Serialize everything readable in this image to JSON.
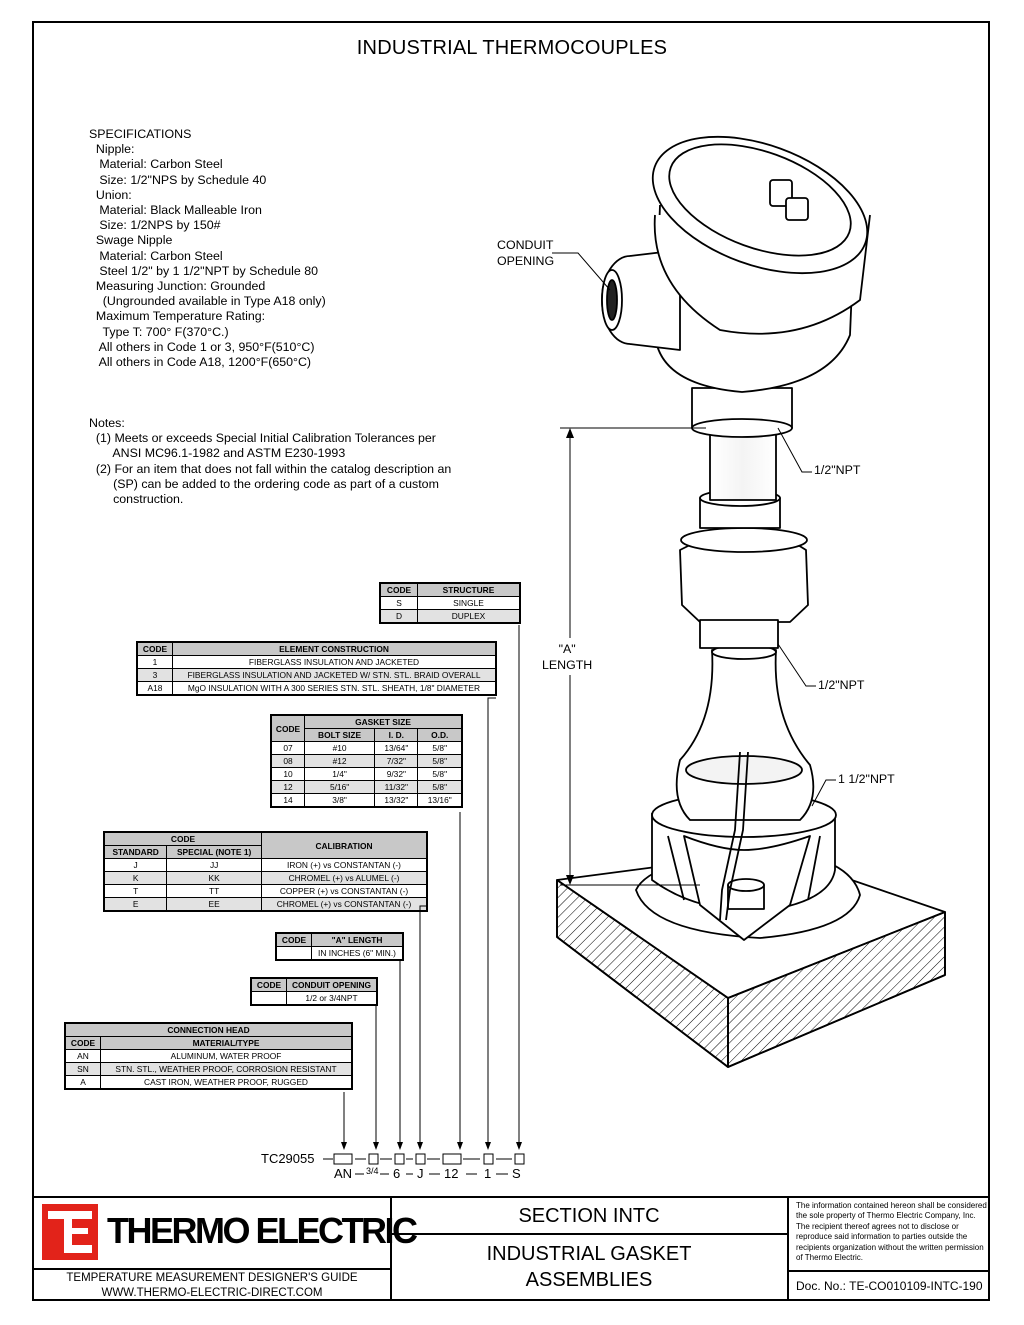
{
  "title": "INDUSTRIAL THERMOCOUPLES",
  "specifications": [
    "SPECIFICATIONS",
    "  Nipple:",
    "   Material: Carbon Steel",
    "   Size: 1/2\"NPS by Schedule 40",
    "  Union:",
    "   Material: Black Malleable Iron",
    "   Size: 1/2NPS by 150#",
    "  Swage Nipple",
    "   Material: Carbon Steel",
    "   Steel 1/2\" by 1 1/2\"NPT by Schedule 80",
    "  Measuring Junction: Grounded",
    "    (Ungrounded available in Type A18 only)",
    "  Maximum Temperature Rating:",
    "    Type T: 700° F(370°C.)",
    "   All others in Code 1 or 3, 950°F(510°C)",
    "   All others in Code A18, 1200°F(650°C)"
  ],
  "notes": [
    "Notes:",
    "  (1) Meets or exceeds Special Initial Calibration Tolerances per",
    "       ANSI MC96.1-1982 and ASTM E230-1993",
    "  (2) For an item that does not fall within the catalog description an",
    "       (SP) can be added to the ordering code as part of a custom",
    "       construction."
  ],
  "structure_table": {
    "headers": [
      "CODE",
      "STRUCTURE"
    ],
    "rows": [
      [
        "S",
        "SINGLE"
      ],
      [
        "D",
        "DUPLEX"
      ]
    ]
  },
  "element_table": {
    "headers": [
      "CODE",
      "ELEMENT CONSTRUCTION"
    ],
    "rows": [
      [
        "1",
        "FIBERGLASS INSULATION AND JACKETED"
      ],
      [
        "3",
        "FIBERGLASS INSULATION AND JACKETED W/ STN. STL. BRAID OVERALL"
      ],
      [
        "A18",
        "MgO INSULATION WITH A 300 SERIES STN. STL. SHEATH, 1/8\" DIAMETER"
      ]
    ]
  },
  "gasket_table": {
    "code": "CODE",
    "group": "GASKET SIZE",
    "headers": [
      "BOLT SIZE",
      "I. D.",
      "O.D."
    ],
    "rows": [
      [
        "07",
        "#10",
        "13/64\"",
        "5/8\""
      ],
      [
        "08",
        "#12",
        "7/32\"",
        "5/8\""
      ],
      [
        "10",
        "1/4\"",
        "9/32\"",
        "5/8\""
      ],
      [
        "12",
        "5/16\"",
        "11/32\"",
        "5/8\""
      ],
      [
        "14",
        "3/8\"",
        "13/32\"",
        "13/16\""
      ]
    ]
  },
  "calibration_table": {
    "code": "CODE",
    "headers": [
      "STANDARD",
      "SPECIAL (NOTE 1)"
    ],
    "calibration": "CALIBRATION",
    "rows": [
      [
        "J",
        "JJ",
        "IRON (+) vs CONSTANTAN (-)"
      ],
      [
        "K",
        "KK",
        "CHROMEL (+) vs ALUMEL (-)"
      ],
      [
        "T",
        "TT",
        "COPPER (+) vs CONSTANTAN (-)"
      ],
      [
        "E",
        "EE",
        "CHROMEL (+) vs CONSTANTAN (-)"
      ]
    ]
  },
  "length_table": {
    "headers": [
      "CODE",
      "\"A\" LENGTH"
    ],
    "value": "IN INCHES (6\" MIN.)"
  },
  "conduit_table": {
    "headers": [
      "CODE",
      "CONDUIT OPENING"
    ],
    "value": "1/2 or 3/4NPT"
  },
  "head_table": {
    "group": "CONNECTION HEAD",
    "headers": [
      "CODE",
      "MATERIAL/TYPE"
    ],
    "rows": [
      [
        "AN",
        "ALUMINUM, WATER PROOF"
      ],
      [
        "SN",
        "STN. STL., WEATHER PROOF, CORROSION RESISTANT"
      ],
      [
        "A",
        "CAST IRON, WEATHER PROOF, RUGGED"
      ]
    ]
  },
  "ordering": {
    "prefix": "TC29055",
    "example": [
      "AN",
      "3/4",
      "6",
      "J",
      "12",
      "1",
      "S"
    ]
  },
  "drawing_labels": {
    "conduit": [
      "CONDUIT",
      "OPENING"
    ],
    "npt1": "1/2\"NPT",
    "npt2": "1/2\"NPT",
    "npt3": "1 1/2\"NPT",
    "a_length": [
      "\"A\"",
      "LENGTH"
    ]
  },
  "footer": {
    "logo_text": "THERMO ELECTRIC",
    "logo_mark": "TE",
    "guide": "TEMPERATURE MEASUREMENT DESIGNER'S GUIDE",
    "url": "WWW.THERMO-ELECTRIC-DIRECT.COM",
    "section": "SECTION INTC",
    "doc_title": [
      "INDUSTRIAL GASKET",
      "ASSEMBLIES"
    ],
    "disclaimer": "The information contained hereon shall be considered the sole property of Thermo Electric Company, Inc. The recipient thereof agrees not to disclose or reproduce said information to parties outside the recipients organization without the written permission of Thermo Electric.",
    "doc_no": "Doc. No.: TE-CO010109-INTC-190"
  },
  "colors": {
    "brand_red": "#e2231a",
    "header_gray": "#c8c8c8"
  }
}
